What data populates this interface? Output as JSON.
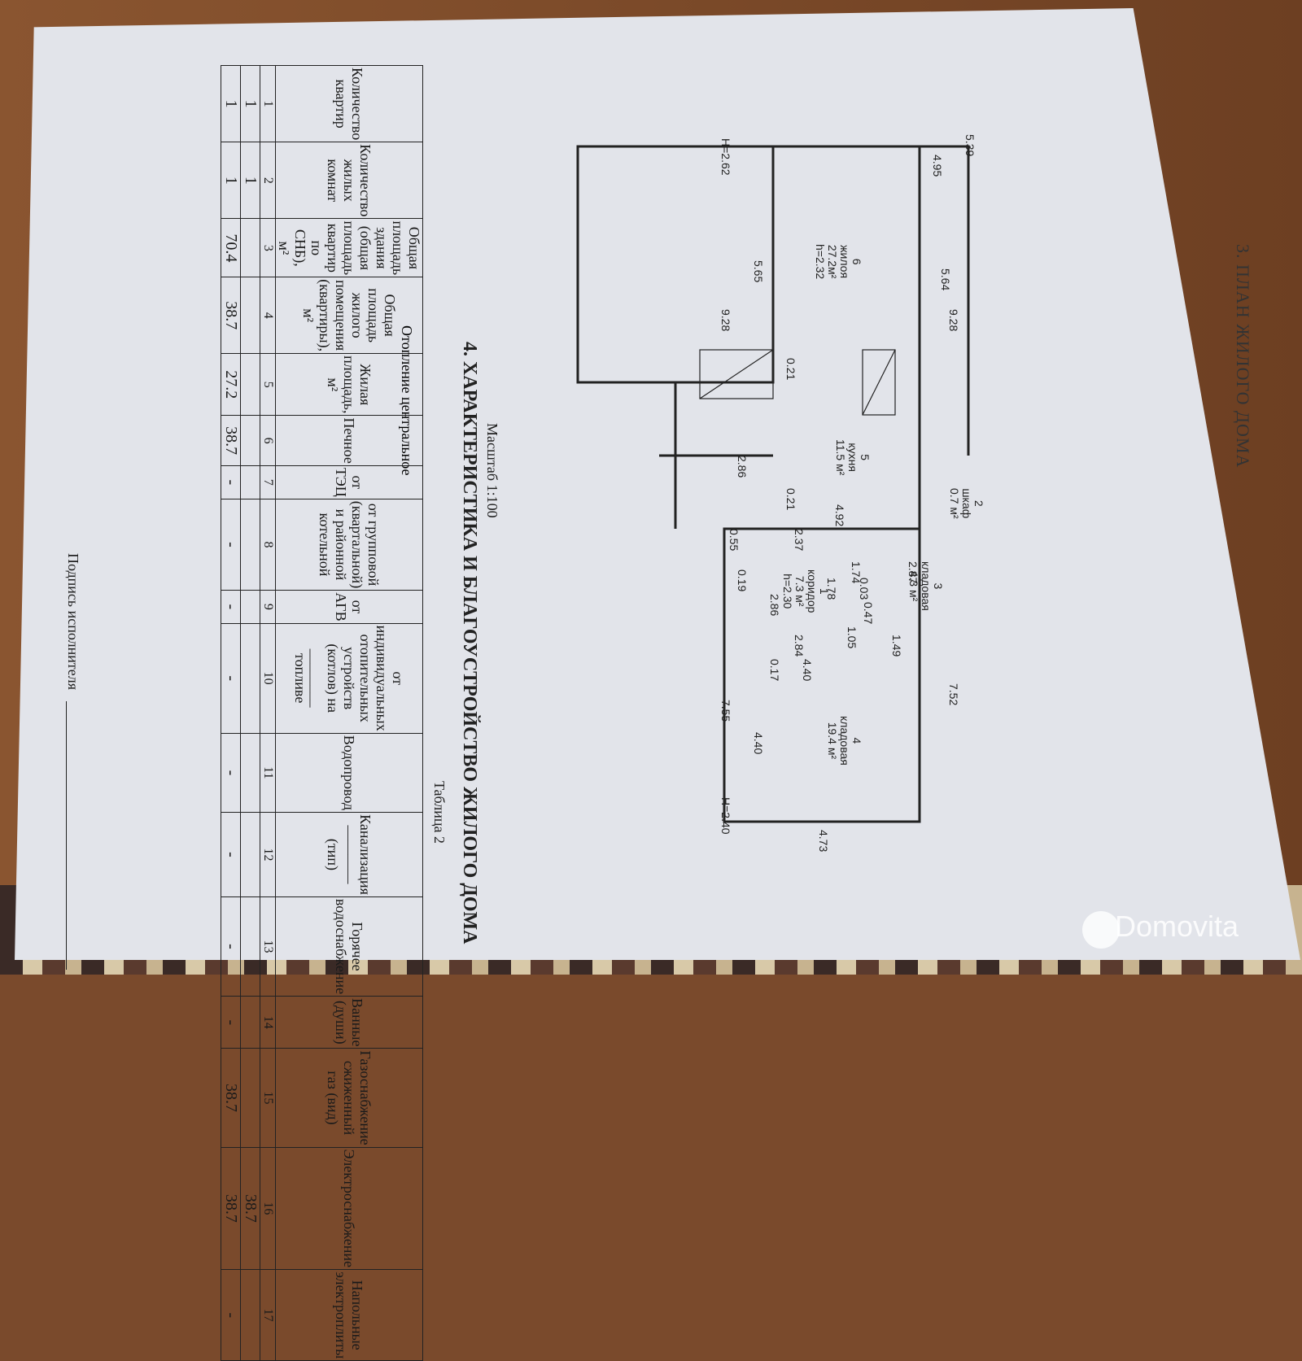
{
  "plan": {
    "title": "3. ПЛАН ЖИЛОГО ДОМА",
    "dims": {
      "top": "5.39",
      "top_inner": "4.95",
      "h_left": "H=2.62",
      "left_outer": "9.28",
      "left_inner": "5.65",
      "right_outer": "9.28",
      "right_inner": "5.64",
      "wall1": "0.21",
      "wall2": "0.21",
      "kitchen_w": "2.86",
      "d492": "4.92",
      "d055": "0.55",
      "d237": "2.37",
      "d019": "0.19",
      "d286": "2.86",
      "d178": "1.78",
      "d174": "1.74",
      "d003": "0.03",
      "d047": "0.47",
      "d287": "2.87",
      "d105": "1.05",
      "d149": "1.49",
      "d284": "2.84",
      "d440a": "4.40",
      "d017": "0.17",
      "d752": "7.52",
      "d755": "7.55",
      "d440b": "4.40",
      "h240": "H=2.40",
      "d473": "4.73"
    },
    "rooms": [
      {
        "num": "6",
        "name": "жилоя",
        "area": "27.2м²",
        "h": "h=2.32"
      },
      {
        "num": "5",
        "name": "кухня",
        "area": "11.5 м²"
      },
      {
        "num": "2",
        "name": "шкаф",
        "area": "0.7 м²"
      },
      {
        "num": "3",
        "name": "кладовая",
        "area": "4.3 м²"
      },
      {
        "num": "1",
        "name": "коридор",
        "area": "7.3 м²",
        "h": "h=2.30"
      },
      {
        "num": "4",
        "name": "кладовая",
        "area": "19.4 м²"
      }
    ]
  },
  "section4": {
    "title": "4. ХАРАКТЕРИСТИКА И БЛАГОУСТРОЙСТВО ЖИЛОГО ДОМА",
    "scale": "Масштаб 1:100",
    "table_label": "Таблица 2",
    "heating_group": "Отопление центральное",
    "rows": [
      {
        "label": "Количество квартир",
        "n": "1",
        "v1": "1",
        "v2": "1"
      },
      {
        "label": "Количество жилых комнат",
        "n": "2",
        "v1": "1",
        "v2": "1"
      },
      {
        "label": "Общая площадь здания (общая площадь квартир по СНБ), м²",
        "n": "3",
        "v1": "",
        "v2": "70.4"
      },
      {
        "label": "Общая площадь жилого помещения (квартиры), м²",
        "n": "4",
        "v1": "",
        "v2": "38.7"
      },
      {
        "label": "Жилая площадь, м²",
        "n": "5",
        "v1": "",
        "v2": "27.2"
      },
      {
        "label": "Печное",
        "n": "6",
        "v1": "",
        "v2": "38.7"
      },
      {
        "label": "от ТЭЦ",
        "n": "7",
        "v1": "",
        "v2": "-"
      },
      {
        "label": "от групповой (квартальной) и районной котельной",
        "n": "8",
        "v1": "",
        "v2": "-"
      },
      {
        "label": "от АГВ",
        "n": "9",
        "v1": "",
        "v2": "-"
      },
      {
        "label": "от индивидуальных отопительных устройств (котлов) на ________ топливе",
        "n": "10",
        "v1": "",
        "v2": "-"
      },
      {
        "label": "Водопровод",
        "n": "11",
        "v1": "",
        "v2": "-"
      },
      {
        "label": "Канализация———— (тип)",
        "n": "12",
        "v1": "",
        "v2": "-"
      },
      {
        "label": "Горячее водоснабжение",
        "n": "13",
        "v1": "",
        "v2": "-"
      },
      {
        "label": "Ванные (души)",
        "n": "14",
        "v1": "",
        "v2": "-"
      },
      {
        "label": "Газоснабжение сжиженный газ (вид)",
        "n": "15",
        "v1": "",
        "v2": "38.7"
      },
      {
        "label": "Электроснабжение",
        "n": "16",
        "v1": "38.7",
        "v2": "38.7"
      },
      {
        "label": "Напольные электроплиты",
        "n": "17",
        "v1": "",
        "v2": "-"
      }
    ],
    "signature": "Подпись исполнителя"
  },
  "watermark": "Domovita"
}
